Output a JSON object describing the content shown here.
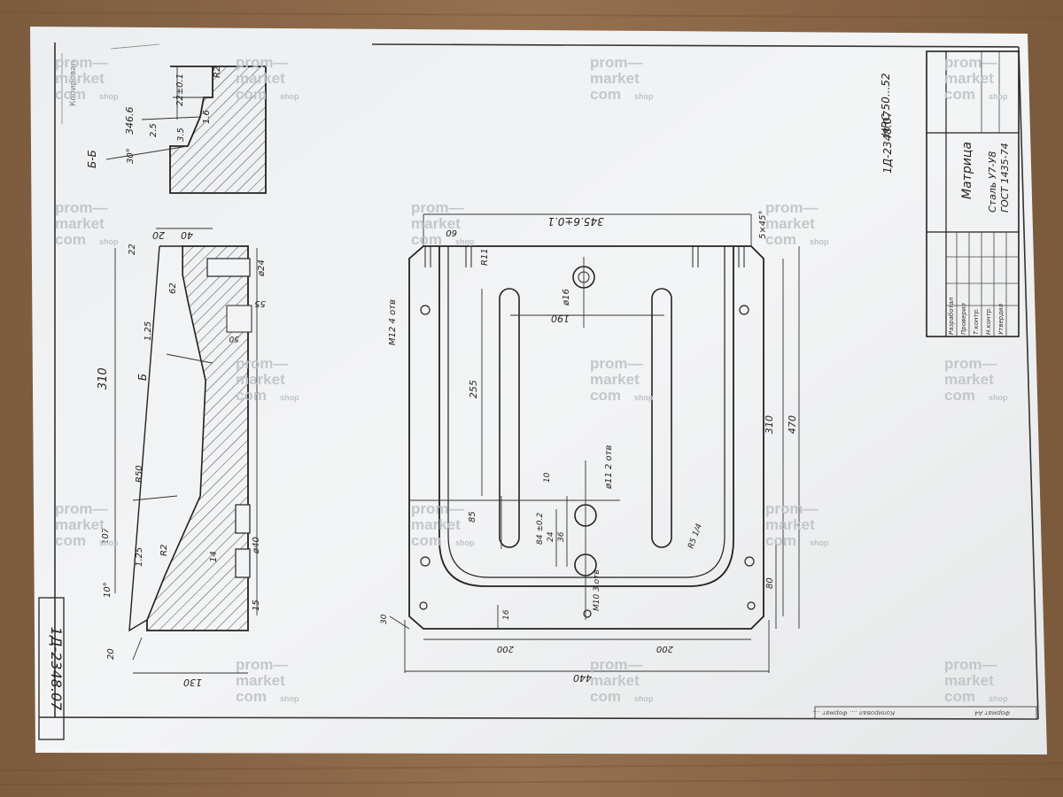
{
  "sheet": {
    "doc_number_side": "1Д-2348.07",
    "doc_number_stamp": "1Д-2348.07",
    "hardness": "HRC 50...52",
    "part_name": "Матрица",
    "material_1": "Сталь У7-У8",
    "material_2": "ГОСТ 1435-74",
    "copied_note": "Копировал",
    "format_note": "Формат А4",
    "stamp_rows": [
      "Разработал",
      "Проверил",
      "Т.контр.",
      "Н.контр.",
      "Утвердил"
    ],
    "bottom_strip_text": "Копировал .... Формат ...."
  },
  "section_view": {
    "label": "Б-Б",
    "dims": [
      "22±0.1",
      "346.6",
      "3.5",
      "2.5",
      "30°",
      "R2",
      "1.6"
    ]
  },
  "side_view": {
    "dims": [
      "20",
      "40",
      "22",
      "62",
      "55",
      "50",
      "310",
      "R50",
      "1.25",
      "107",
      "1.25",
      "10°",
      "R2",
      "ø40",
      "14",
      "15",
      "20",
      "130",
      "ø24",
      "Б"
    ]
  },
  "plan_view": {
    "dims": [
      "345.6±0.1",
      "60",
      "R11",
      "ø16",
      "190",
      "255",
      "M12\n4 отв",
      "ø11\n2 отв",
      "10",
      "84 ±0.2",
      "36",
      "24",
      "85",
      "R5 1/4",
      "M10\n3 отв",
      "16",
      "30",
      "200",
      "200",
      "440",
      "310",
      "470",
      "80",
      "5×45°"
    ]
  },
  "watermark": {
    "line1": "prom—",
    "line2": "market",
    "line3": "com",
    "suffix": "shop"
  }
}
